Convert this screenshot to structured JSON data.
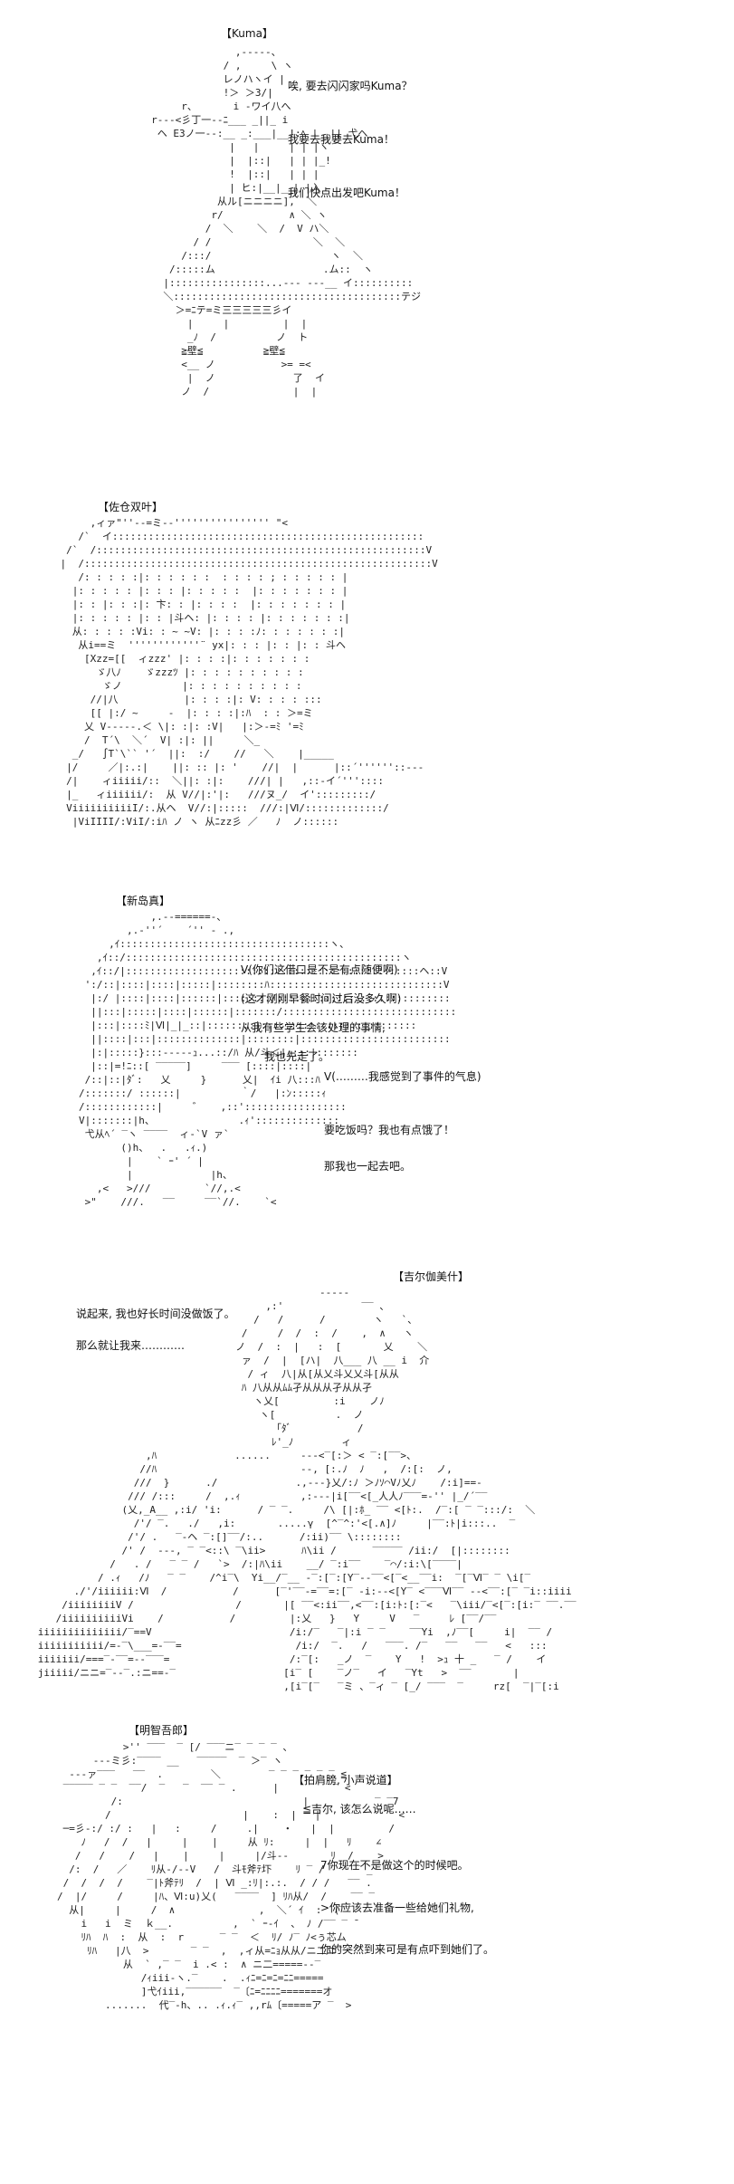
{
  "panels": [
    {
      "speaker": "【Kuma】",
      "lines": [
        "唉, 要去闪闪家吗Kuma？",
        "我要去我要去Kuma！",
        "我们快点出发吧Kuma！"
      ]
    },
    {
      "speaker": "【佐仓双叶】",
      "lines": [
        "V(………我感觉到了事件的气息)",
        "要吃饭吗？我也有点饿了！",
        "那我也一起去吧。"
      ]
    },
    {
      "speaker": "【新岛真】",
      "lines": [
        "V(你们这借口是不是有点随便啊)",
        "(这才刚刚早餐时间过后没多久啊)",
        "从我有些学生会该处理的事情,",
        "我也先走了。"
      ]
    },
    {
      "speaker": "【吉尔伽美什】",
      "lines": [
        "说起来, 我也好长时间没做饭了。",
        "那么就让我来…………"
      ]
    },
    {
      "speaker": "【明智吾郎】",
      "lines": [
        "【拍肩膀, 小声说道】",
        "≦吉尔, 该怎么说呢……",
        "7你现在不是做这个的时候吧。",
        ">你应该去准备一些给她们礼物,",
        "你的突然到来可是有点吓到她们了。"
      ]
    }
  ]
}
